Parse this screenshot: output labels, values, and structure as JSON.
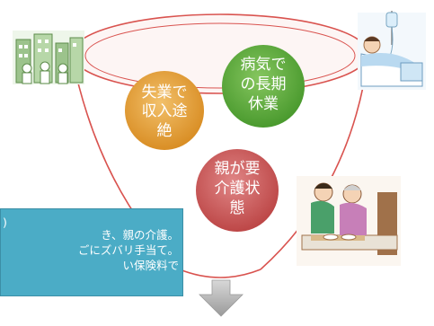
{
  "colors": {
    "funnel_stroke": "#d9534f",
    "circle_orange": "#e8a23a",
    "circle_green": "#5fae3f",
    "circle_red": "#cc5a5a",
    "arrow_gray": "#b0b0b0",
    "note_box_bg": "#4bacc6"
  },
  "circles": [
    {
      "lines": [
        "失業で",
        "収入途",
        "絶"
      ]
    },
    {
      "lines": [
        "病気で",
        "の長期",
        "休業"
      ]
    },
    {
      "lines": [
        "親が要",
        "介護状",
        "態"
      ]
    }
  ],
  "note_box": {
    "lines": [
      ")",
      "き、親の介護。",
      "ごにズバリ手当て。",
      "い保険料で"
    ]
  },
  "illustrations": {
    "left": "office-buildings-illustration",
    "right_top": "hospital-patient-illustration",
    "right_bottom": "caregiver-illustration"
  },
  "arrow_icon": "down-arrow-icon"
}
